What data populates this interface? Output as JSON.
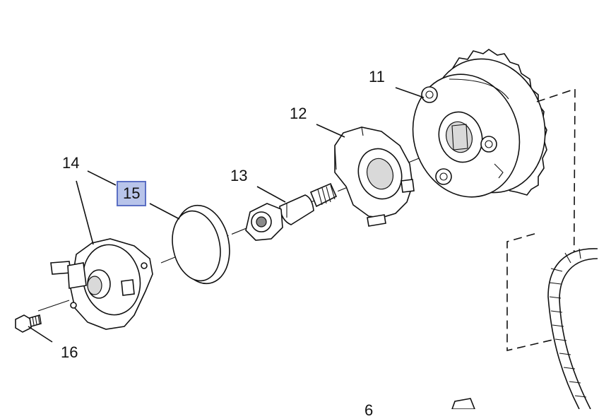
{
  "callouts": {
    "c11": "11",
    "c12": "12",
    "c13": "13",
    "c14": "14",
    "c15": "15",
    "c16": "16",
    "c6": "6"
  },
  "highlight_color": "#b8c4ea",
  "highlight_border": "#5b6fc4",
  "highlighted_part": "15"
}
